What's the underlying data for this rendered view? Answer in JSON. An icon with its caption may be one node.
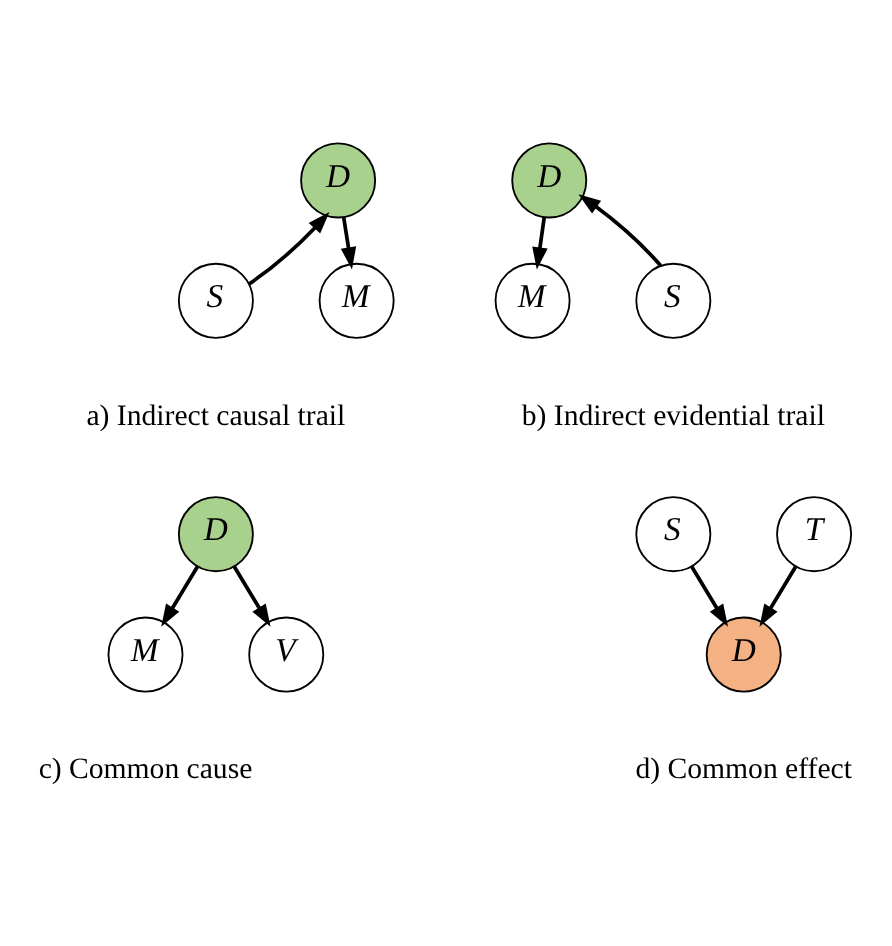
{
  "diagram": {
    "nodes": [
      {
        "text": [
          "D"
        ]
      },
      {
        "text": [
          "S"
        ]
      },
      {
        "text": [
          "M"
        ]
      },
      {
        "text": [
          "D"
        ]
      },
      {
        "text": [
          "M"
        ]
      },
      {
        "text": [
          "S"
        ]
      },
      {
        "text": [
          "D"
        ]
      },
      {
        "text": [
          "M"
        ]
      },
      {
        "text": [
          "V"
        ]
      },
      {
        "text": [
          "S"
        ]
      },
      {
        "text": [
          "T"
        ]
      },
      {
        "text": [
          "D"
        ]
      }
    ],
    "edges": [
      {
        "from": 1,
        "to": 0,
        "arrow": "to"
      },
      {
        "from": 0,
        "to": 2,
        "arrow": "to"
      },
      {
        "from": 3,
        "to": 4,
        "arrow": "to"
      },
      {
        "from": 5,
        "to": 3,
        "arrow": "to"
      },
      {
        "from": 6,
        "to": 7,
        "arrow": "to"
      },
      {
        "from": 6,
        "to": 8,
        "arrow": "to"
      },
      {
        "from": 9,
        "to": 11,
        "arrow": "to"
      },
      {
        "from": 10,
        "to": 11,
        "arrow": "to"
      }
    ],
    "labels": [
      "a) Indirect causal trail",
      "b) Indirect evidential trail",
      "c) Common cause",
      "d) Common effect"
    ]
  }
}
